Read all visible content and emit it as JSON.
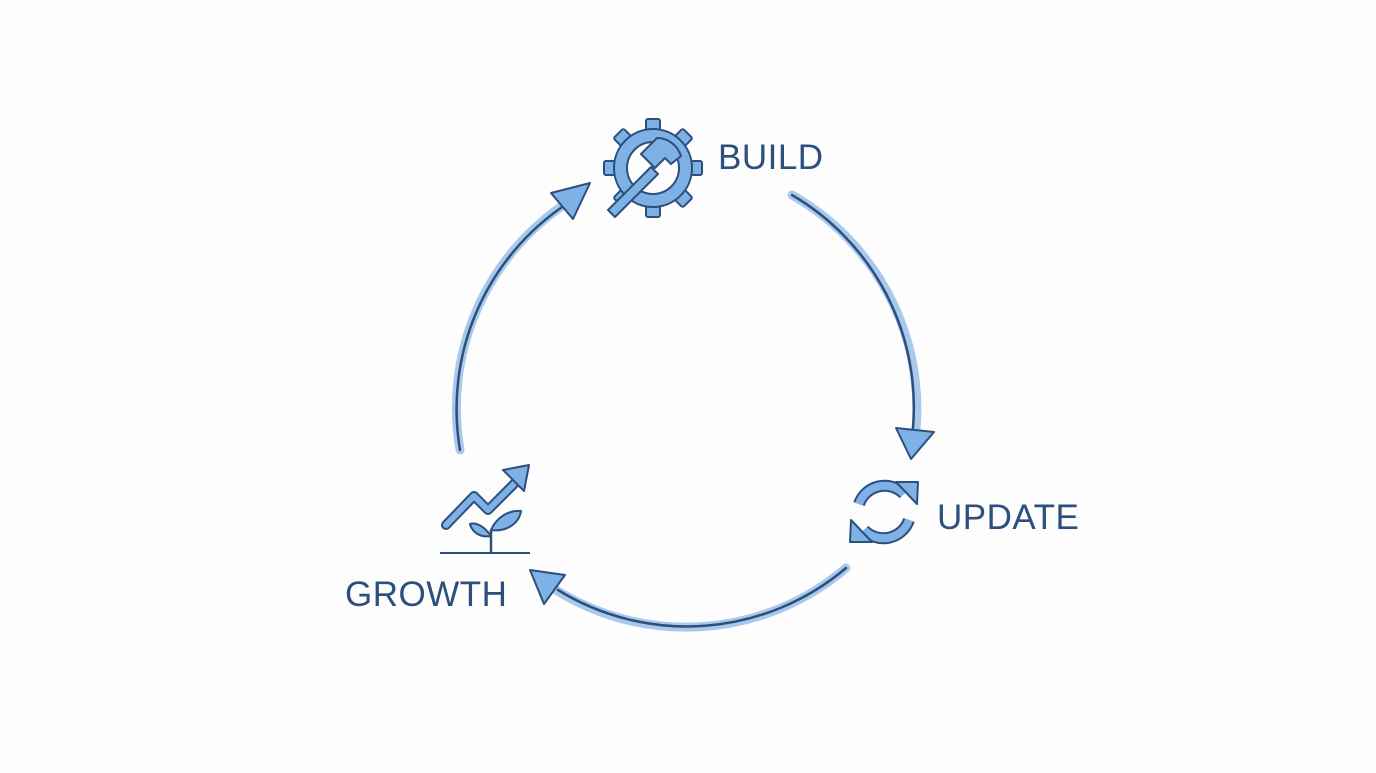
{
  "diagram": {
    "type": "cycle",
    "colors": {
      "light_stroke": "#a9c9ec",
      "dark_stroke": "#2c4f7c",
      "icon_fill": "#7eb1e6",
      "background": "#fdfdfd"
    },
    "stages": [
      {
        "label": "BUILD",
        "icon": "gear-hammer-icon"
      },
      {
        "label": "UPDATE",
        "icon": "refresh-icon"
      },
      {
        "label": "GROWTH",
        "icon": "growth-chart-plant-icon"
      }
    ],
    "flow": [
      "BUILD",
      "UPDATE",
      "GROWTH",
      "BUILD"
    ]
  }
}
